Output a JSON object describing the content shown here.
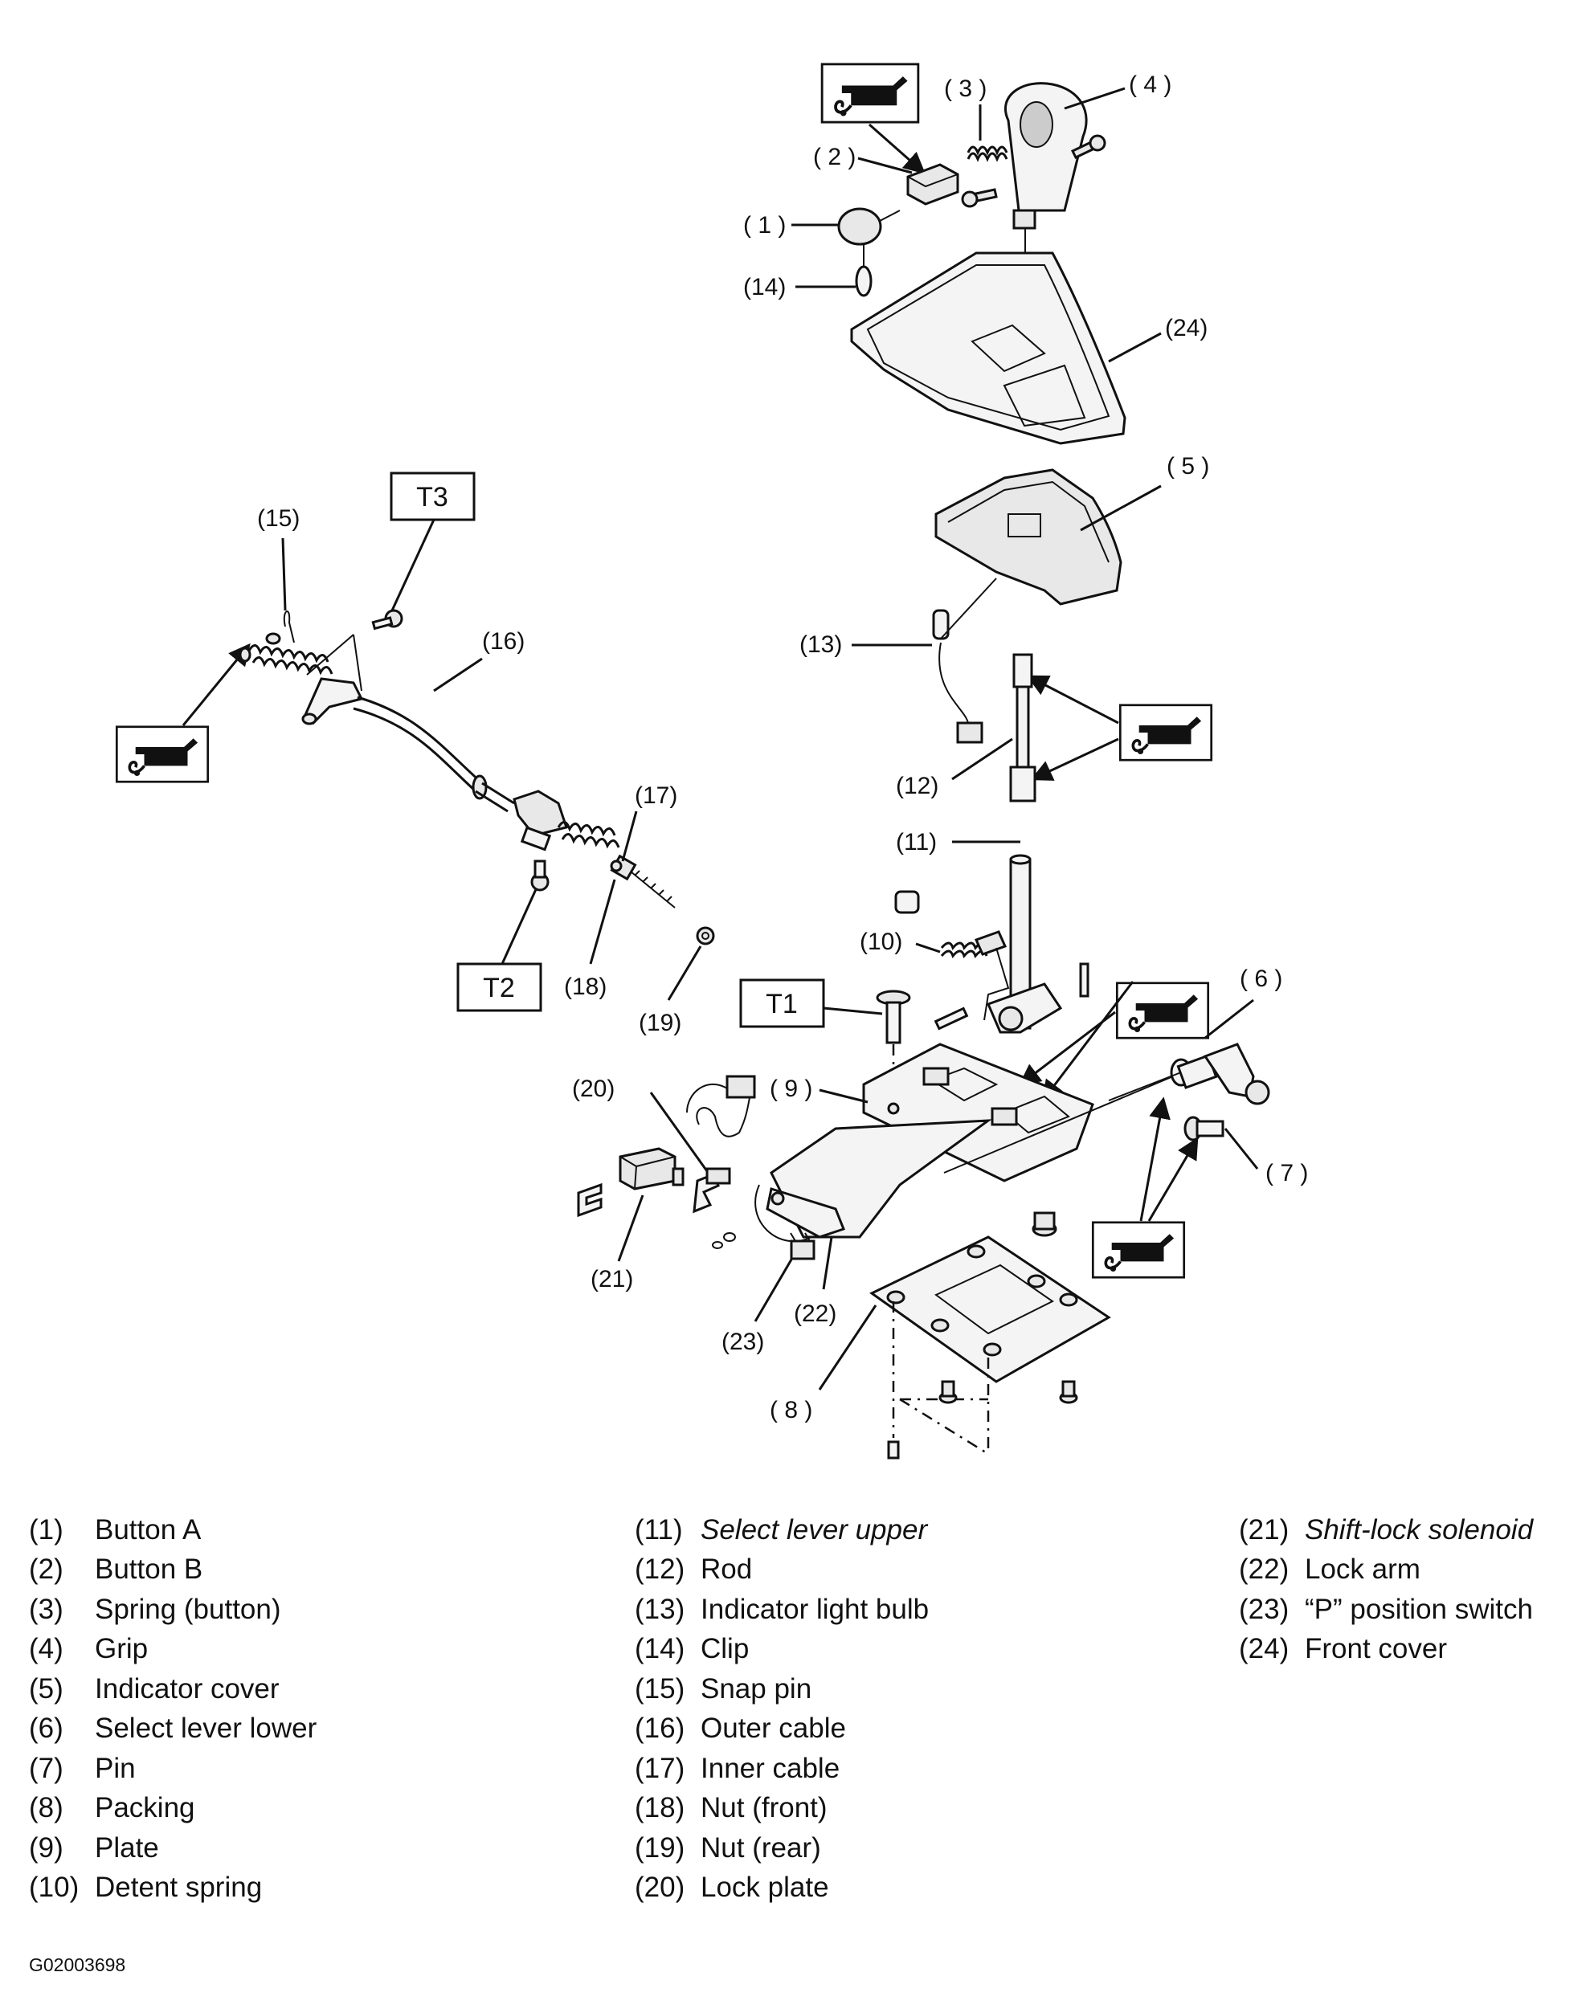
{
  "callouts": {
    "c1": "( 1 )",
    "c2": "( 2 )",
    "c3": "( 3 )",
    "c4": "( 4 )",
    "c5": "( 5 )",
    "c6": "( 6 )",
    "c7": "( 7 )",
    "c8": "( 8 )",
    "c9": "( 9 )",
    "c10": "(10)",
    "c11": "(11)",
    "c12": "(12)",
    "c13": "(13)",
    "c14": "(14)",
    "c15": "(15)",
    "c16": "(16)",
    "c17": "(17)",
    "c18": "(18)",
    "c19": "(19)",
    "c20": "(20)",
    "c21": "(21)",
    "c22": "(22)",
    "c23": "(23)",
    "c24": "(24)"
  },
  "torque_labels": {
    "t1": "T1",
    "t2": "T2",
    "t3": "T3"
  },
  "grease_icon": "grease-applicator-icon",
  "legend": {
    "col1": [
      {
        "num": "(1)",
        "name": "Button A"
      },
      {
        "num": "(2)",
        "name": "Button B"
      },
      {
        "num": "(3)",
        "name": "Spring (button)"
      },
      {
        "num": "(4)",
        "name": "Grip"
      },
      {
        "num": "(5)",
        "name": "Indicator cover"
      },
      {
        "num": "(6)",
        "name": "Select lever lower"
      },
      {
        "num": "(7)",
        "name": "Pin"
      },
      {
        "num": "(8)",
        "name": "Packing"
      },
      {
        "num": "(9)",
        "name": "Plate"
      },
      {
        "num": "(10)",
        "name": "Detent spring"
      }
    ],
    "col2": [
      {
        "num": "(11)",
        "name": "Select lever upper"
      },
      {
        "num": "(12)",
        "name": "Rod"
      },
      {
        "num": "(13)",
        "name": "Indicator light bulb"
      },
      {
        "num": "(14)",
        "name": "Clip"
      },
      {
        "num": "(15)",
        "name": "Snap pin"
      },
      {
        "num": "(16)",
        "name": "Outer cable"
      },
      {
        "num": "(17)",
        "name": "Inner cable"
      },
      {
        "num": "(18)",
        "name": "Nut (front)"
      },
      {
        "num": "(19)",
        "name": "Nut (rear)"
      },
      {
        "num": "(20)",
        "name": "Lock plate"
      }
    ],
    "col3": [
      {
        "num": "(21)",
        "name": "Shift-lock solenoid"
      },
      {
        "num": "(22)",
        "name": "Lock arm"
      },
      {
        "num": "(23)",
        "name": "“P” position switch"
      },
      {
        "num": "(24)",
        "name": "Front cover"
      }
    ]
  },
  "figure_id": "G02003698"
}
